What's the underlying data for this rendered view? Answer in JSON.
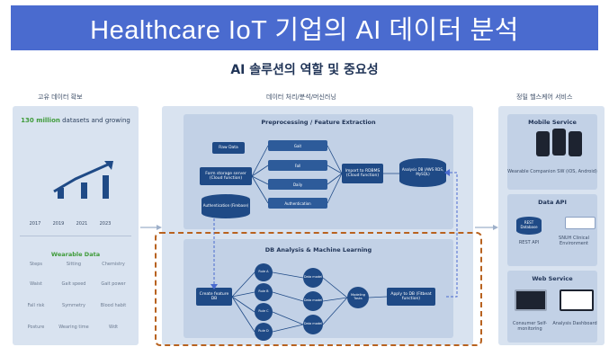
{
  "header": {
    "title": "Healthcare IoT 기업의 AI 데이터 분석"
  },
  "diagram": {
    "title": "AI 솔루션의 역할 및 중요성",
    "columns": {
      "left": "고유 데이터 확보",
      "center": "데이터 처리/분석/머신러닝",
      "right": "정밀 헬스케어 서비스"
    },
    "left_panel": {
      "headline_number": "130 million",
      "headline_rest": "datasets and growing",
      "years": [
        "2017",
        "2019",
        "2021",
        "2023"
      ],
      "wearable_title": "Wearable Data",
      "wearable_items": [
        "Steps",
        "Sitting",
        "Chemistry",
        "Waist",
        "Gait speed",
        "Gait power",
        "Fall risk",
        "Symmetry",
        "Blood habit",
        "Posture",
        "Wearing time",
        "Wdt"
      ]
    },
    "preprocessing": {
      "title": "Preprocessing / Feature Extraction",
      "nodes": [
        "Raw Data",
        "Form storage server (Cloud function)",
        "Authentication (Firebase)",
        "Gait",
        "Fall",
        "Daily",
        "Authentication",
        "Import to RDBMS (Cloud function)",
        "Analysis DB (AWS RDS, MySQL)"
      ]
    },
    "ml": {
      "title": "DB Analysis & Machine Learning",
      "nodes": [
        "Create feature DB",
        "Rule A",
        "Rule B",
        "Rule C",
        "Rule D",
        "Data model",
        "Data model",
        "Data model",
        "Modeling Tasks",
        "Apply to DB (Fitbeat function)"
      ]
    },
    "services": {
      "mobile": {
        "title": "Mobile Service",
        "caption": "Wearable Companion SW (iOS, Android)"
      },
      "data_api": {
        "title": "Data API",
        "items": [
          "REST Database",
          "REST API",
          "SNUH Clinical Environment"
        ]
      },
      "web": {
        "title": "Web Service",
        "items": [
          "Consumer Self-monitoring",
          "Analysis Dashboard"
        ]
      }
    }
  }
}
